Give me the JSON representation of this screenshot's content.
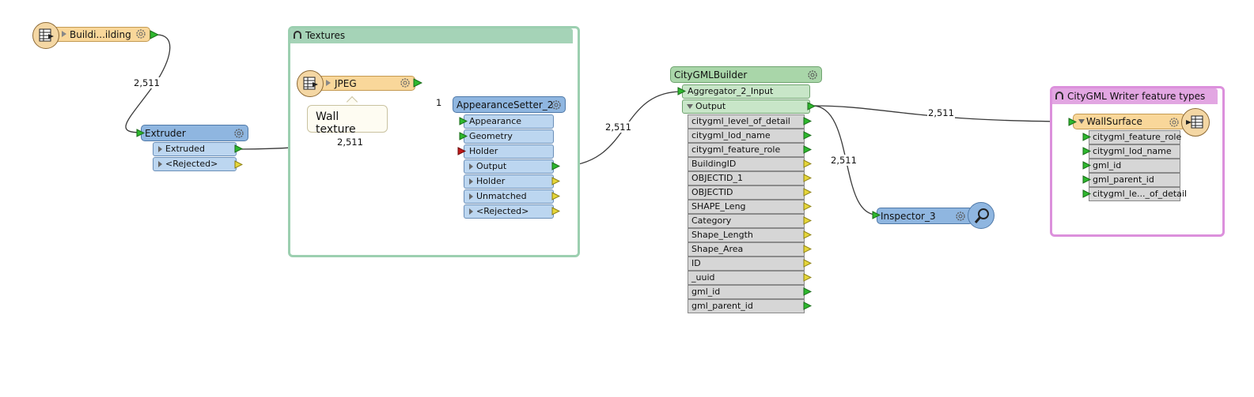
{
  "bookmarks": {
    "textures": {
      "title": "Textures",
      "color": "#7fbf9a"
    },
    "writer": {
      "title": "CityGML Writer feature types",
      "color": "#d57fd5"
    }
  },
  "readers": {
    "buildings": {
      "label": "Buildi...ilding"
    },
    "jpeg": {
      "label": "JPEG"
    }
  },
  "tooltip": {
    "text": "Wall texture"
  },
  "extruder": {
    "title": "Extruder",
    "ports": [
      "Extruded",
      "<Rejected>"
    ]
  },
  "appearance_setter": {
    "title": "AppearanceSetter_2",
    "inputs": [
      "Appearance",
      "Geometry",
      "Holder"
    ],
    "outputs": [
      "Output",
      "Holder",
      "Unmatched",
      "<Rejected>"
    ]
  },
  "citygml_builder": {
    "title": "CityGMLBuilder",
    "input": "Aggregator_2_Input",
    "output": "Output",
    "attributes": [
      "citygml_level_of_detail",
      "citygml_lod_name",
      "citygml_feature_role",
      "BuildingID",
      "OBJECTID_1",
      "OBJECTID",
      "SHAPE_Leng",
      "Category",
      "Shape_Length",
      "Shape_Area",
      "ID",
      "_uuid",
      "gml_id",
      "gml_parent_id"
    ]
  },
  "inspector": {
    "title": "Inspector_3"
  },
  "wall_surface": {
    "title": "WallSurface",
    "attributes": [
      "citygml_feature_role",
      "citygml_lod_name",
      "gml_id",
      "gml_parent_id",
      "citygml_le..._of_detail"
    ]
  },
  "counts": {
    "buildings_to_extruder": "2,511",
    "extruded_to_geometry": "2,511",
    "jpeg_to_appearance": "1",
    "setter_to_builder": "2,511",
    "builder_to_wall": "2,511",
    "builder_to_inspector": "2,511"
  }
}
